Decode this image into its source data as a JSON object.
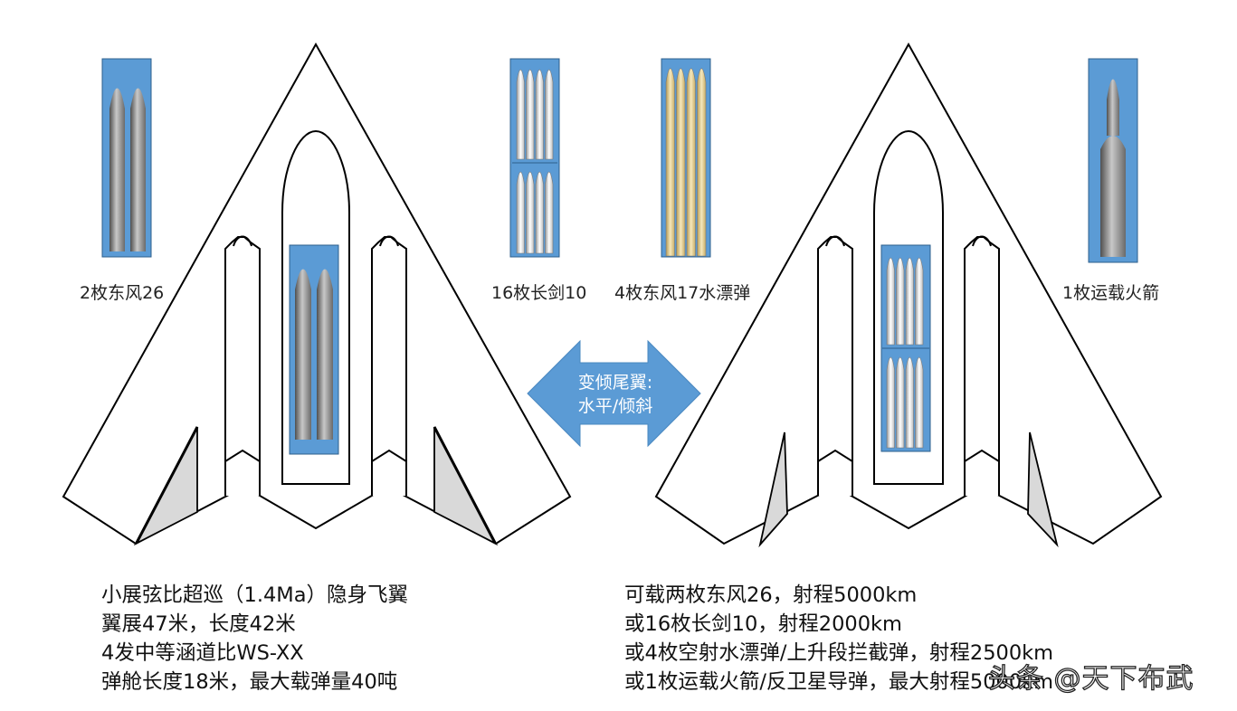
{
  "labels": {
    "df26": "2枚东风26",
    "cj10": "16枚长剑10",
    "df17": "4枚东风17水漂弹",
    "rocket": "1枚运载火箭"
  },
  "arrow": {
    "line1": "变倾尾翼:",
    "line2": "水平/倾斜"
  },
  "specs_left": [
    "小展弦比超巡（1.4Ma）隐身飞翼",
    "翼展47米，长度42米",
    "4发中等涵道比WS-XX",
    "弹舱长度18米，最大载弹量40吨"
  ],
  "specs_right": [
    "可载两枚东风26，射程5000km",
    "或16枚长剑10，射程2000km",
    "或4枚空射水漂弹/上升段拦截弹，射程2500km",
    "或1枚运载火箭/反卫星导弹，最大射程5000km"
  ],
  "watermark": "头条 @天下布武",
  "colors": {
    "bay": "#5b9bd5",
    "arrow": "#5b9bd5",
    "tail": "#d9d9d9",
    "missile_gold": "#e8d49a"
  }
}
